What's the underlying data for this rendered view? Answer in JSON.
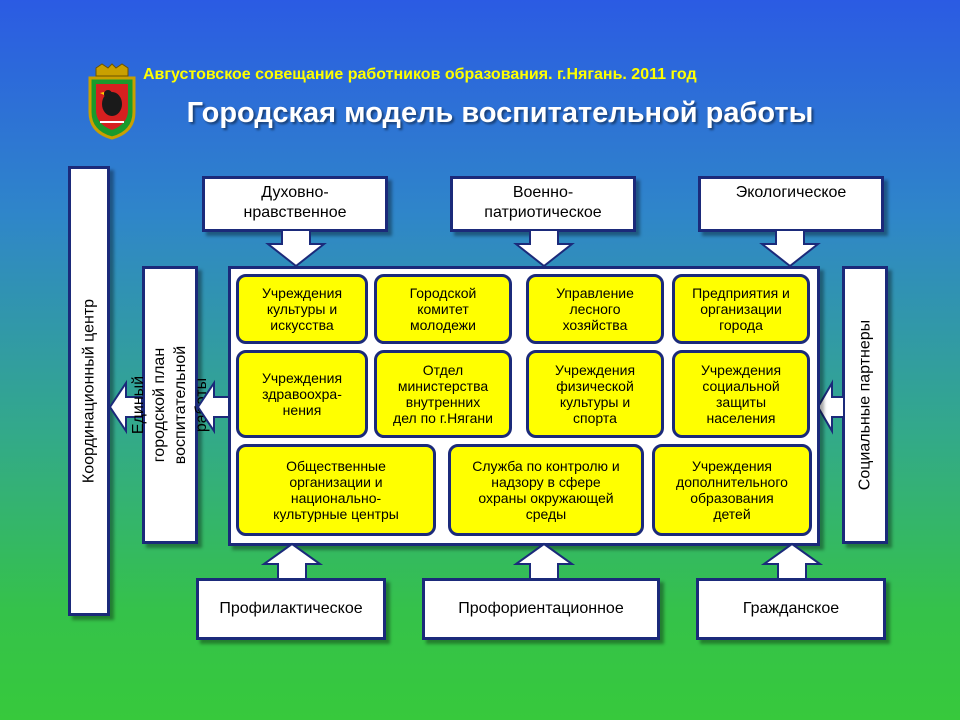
{
  "header": {
    "conference": "Августовское совещание работников образования. г.Нягань. 2011 год",
    "title": "Городская модель воспитательной работы"
  },
  "logo": {
    "icon": "city-coat-of-arms-icon"
  },
  "directions_top": [
    {
      "label": "Духовно-\nнравственное"
    },
    {
      "label": "Военно-\nпатриотическое"
    },
    {
      "label": "Экологическое"
    }
  ],
  "directions_bottom": [
    {
      "label": "Профилактическое"
    },
    {
      "label": "Профориентационное"
    },
    {
      "label": "Гражданское"
    }
  ],
  "side": {
    "coordination": "Координационный центр",
    "plan": "Единый городской план\nвоспитательной работы",
    "partners": "Социальные партнеры"
  },
  "institutions": {
    "row1": [
      "Учреждения\nкультуры и\nискусства",
      "Городской\nкомитет\nмолодежи",
      "Управление\nлесного\nхозяйства",
      "Предприятия и\nорганизации\nгорода"
    ],
    "row2": [
      "Учреждения\nздравоохра-\nнения",
      "Отдел\nминистерства\nвнутренних\nдел по г.Нягани",
      "Учреждения\nфизической\nкультуры и\nспорта",
      "Учреждения\nсоциальной\nзащиты\nнаселения"
    ],
    "row3": [
      "Общественные\nорганизации и\nнационально-\nкультурные центры",
      "Служба по контролю и\nнадзору в сфере\nохраны окружающей\nсреды",
      "Учреждения\nдополнительного\nобразования\nдетей"
    ]
  },
  "colors": {
    "box_border": "#1b2a7a",
    "cell_fill": "#ffff00",
    "header_text": "#ffff00"
  }
}
